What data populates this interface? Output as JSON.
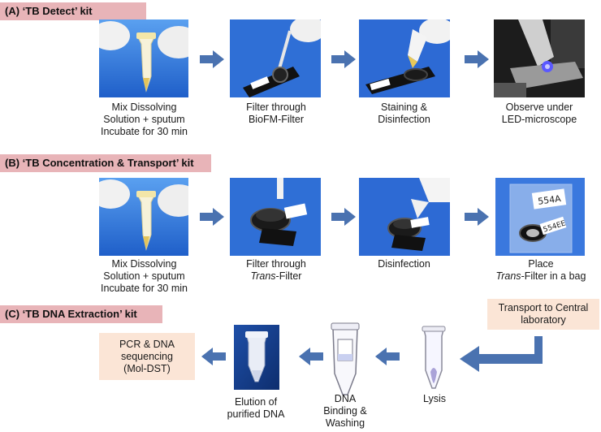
{
  "sections": {
    "a": "(A) ‘TB Detect’ kit",
    "b": "(B) ‘TB Concentration & Transport’ kit",
    "c": "(C) ‘TB DNA Extraction’ kit"
  },
  "row_a": {
    "step1": [
      "Mix Dissolving",
      "Solution + sputum",
      "Incubate for 30 min"
    ],
    "step2": [
      "Filter through",
      "BioFM-Filter"
    ],
    "step3": [
      "Staining &",
      "Disinfection"
    ],
    "step4": [
      "Observe under",
      "LED-microscope"
    ]
  },
  "row_b": {
    "step1": [
      "Mix Dissolving",
      "Solution + sputum",
      "Incubate for 30 min"
    ],
    "step2": [
      "Filter through",
      "Trans",
      "-Filter"
    ],
    "step3": [
      "Disinfection"
    ],
    "step4": [
      "Place",
      "Trans",
      "-Filter in a bag"
    ],
    "bag_label_top": "554A",
    "bag_label_bottom": "554EE"
  },
  "row_c": {
    "transport": [
      "Transport to Central",
      "laboratory"
    ],
    "pcr": [
      "PCR & DNA",
      "sequencing",
      "(Mol-DST)"
    ],
    "elution": [
      "Elution of",
      "purified DNA"
    ],
    "binding": [
      "DNA",
      "Binding &",
      "Washing"
    ],
    "lysis": [
      "Lysis"
    ]
  },
  "colors": {
    "section_tag": "#e8b4b8",
    "note_box": "#fbe5d6",
    "arrow": "#4a72b0",
    "photo_blue": "#2f6fd6"
  }
}
